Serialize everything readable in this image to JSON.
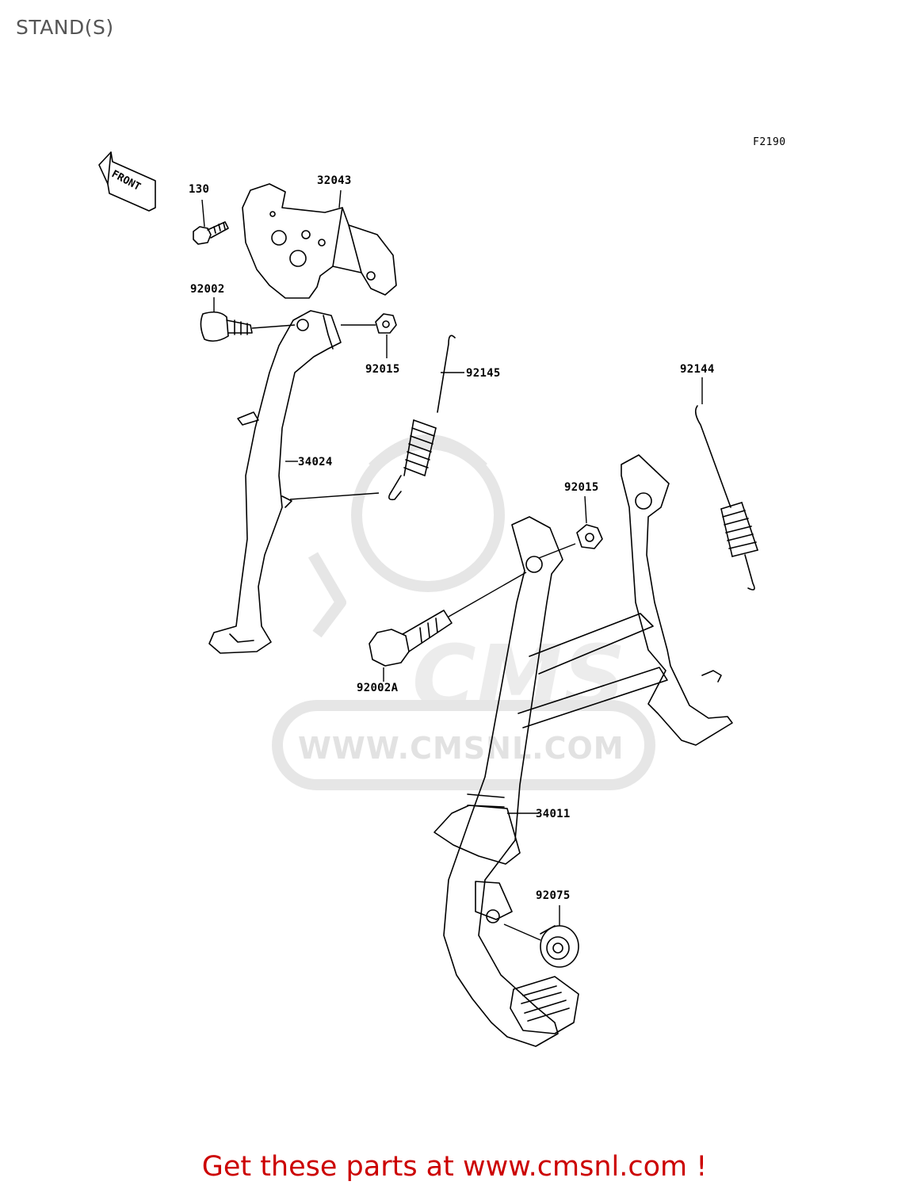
{
  "header": {
    "title": "STAND(S)",
    "figure_code": "F2190"
  },
  "front_indicator": {
    "text": "FRONT"
  },
  "watermark": {
    "brand": "CMS",
    "url": "WWW.CMSNL.COM"
  },
  "callouts": [
    {
      "id": "130",
      "part": "130"
    },
    {
      "id": "32043",
      "part": "32043"
    },
    {
      "id": "92002",
      "part": "92002"
    },
    {
      "id": "92015a",
      "part": "92015"
    },
    {
      "id": "92145",
      "part": "92145"
    },
    {
      "id": "92144",
      "part": "92144"
    },
    {
      "id": "34024",
      "part": "34024"
    },
    {
      "id": "92015b",
      "part": "92015"
    },
    {
      "id": "92002A",
      "part": "92002A"
    },
    {
      "id": "34011",
      "part": "34011"
    },
    {
      "id": "92075",
      "part": "92075"
    }
  ],
  "footer": {
    "link_text": "Get these parts at www.cmsnl.com !"
  },
  "colors": {
    "title": "#555555",
    "footer_link": "#cc0000",
    "line": "#000000",
    "watermark": "#e6e6e6"
  }
}
